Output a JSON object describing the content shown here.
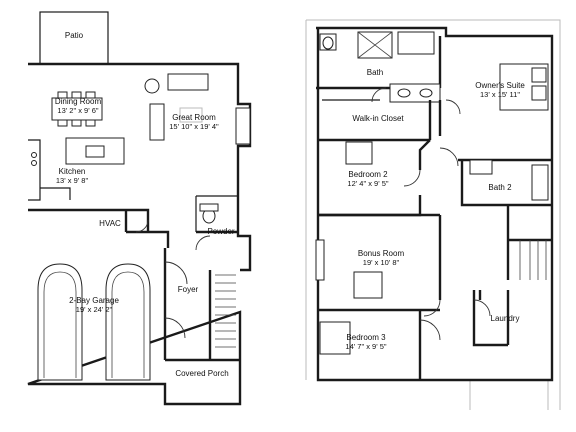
{
  "floor1": {
    "patio": {
      "name": "Patio"
    },
    "dining_room": {
      "name": "Dining Room",
      "size": "13' 2\" x 9' 6\""
    },
    "great_room": {
      "name": "Great Room",
      "size": "15' 10\" x 19' 4\""
    },
    "kitchen": {
      "name": "Kitchen",
      "size": "13' x 9' 8\""
    },
    "hvac": {
      "name": "HVAC"
    },
    "powder": {
      "name": "Powder"
    },
    "foyer": {
      "name": "Foyer"
    },
    "garage": {
      "name": "2-Bay Garage",
      "size": "19' x 24' 2\""
    },
    "covered_porch": {
      "name": "Covered Porch"
    }
  },
  "floor2": {
    "bath": {
      "name": "Bath"
    },
    "owners_suite": {
      "name": "Owner's Suite",
      "size": "13' x 15' 11\""
    },
    "walk_in_closet": {
      "name": "Walk-in Closet"
    },
    "bedroom2": {
      "name": "Bedroom 2",
      "size": "12' 4\" x 9' 5\""
    },
    "bath2": {
      "name": "Bath 2"
    },
    "bonus_room": {
      "name": "Bonus Room",
      "size": "19' x 10' 8\""
    },
    "laundry": {
      "name": "Laundry"
    },
    "bedroom3": {
      "name": "Bedroom 3",
      "size": "14' 7\" x 9' 5\""
    }
  }
}
